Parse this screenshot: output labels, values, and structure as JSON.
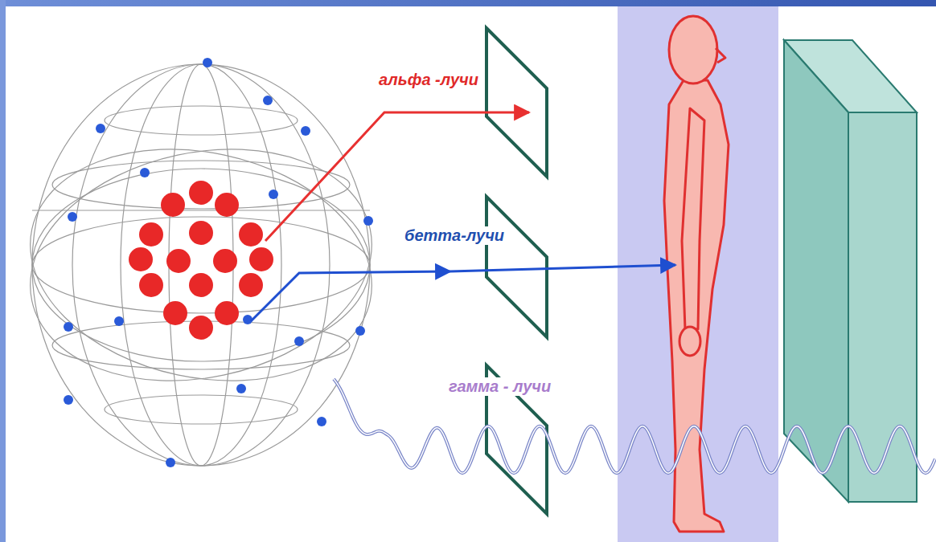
{
  "diagram": {
    "labels": [
      "альфа -лучи",
      "бетта-лучи",
      "гамма - лучи"
    ]
  }
}
